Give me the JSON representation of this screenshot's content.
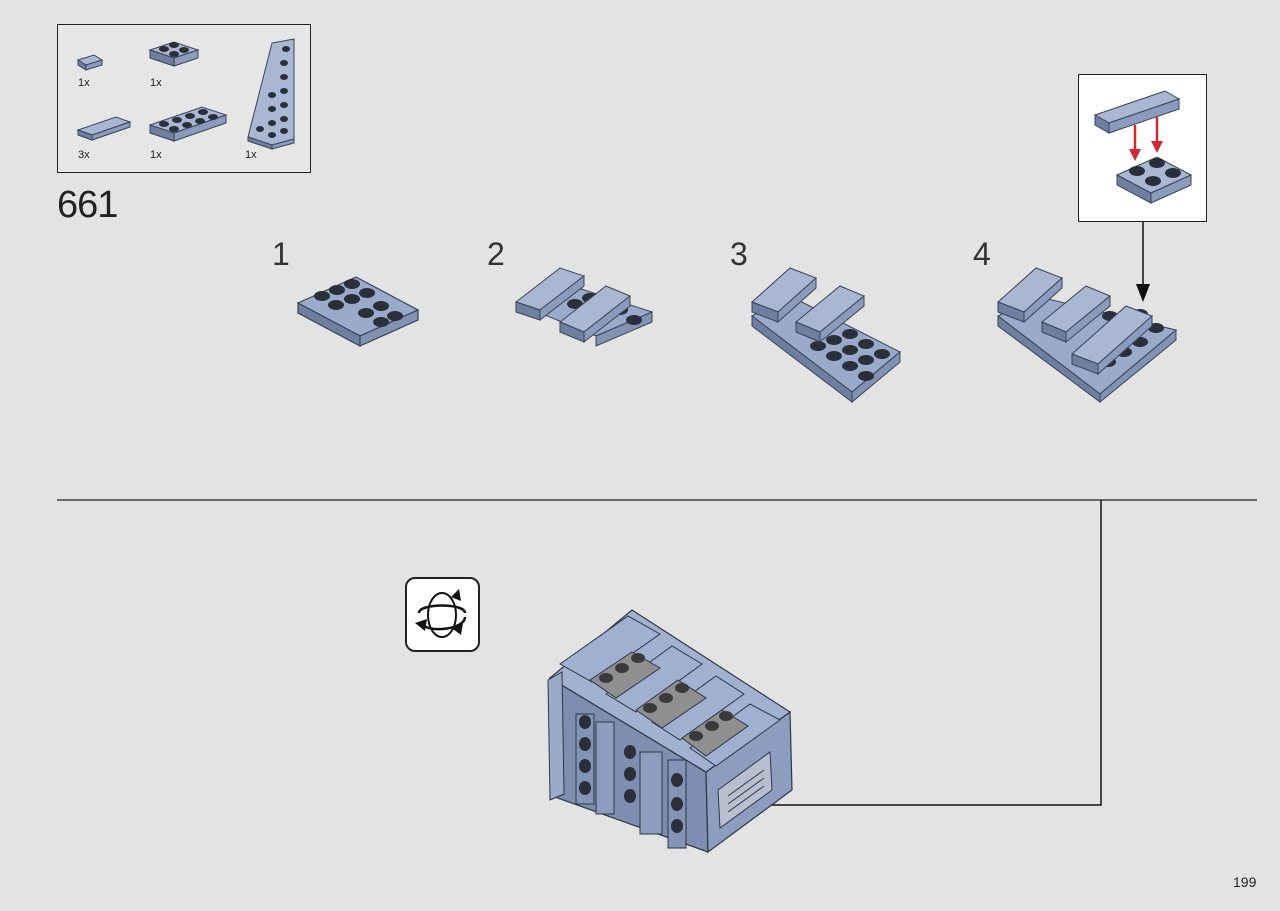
{
  "step": "661",
  "page_number": "199",
  "parts": [
    {
      "name": "tile-1x1",
      "qty": "1x"
    },
    {
      "name": "plate-2x2",
      "qty": "1x"
    },
    {
      "name": "tile-1x2",
      "qty": "3x"
    },
    {
      "name": "plate-2x4",
      "qty": "1x"
    },
    {
      "name": "wedge-plate",
      "qty": "1x"
    }
  ],
  "substeps": [
    "1",
    "2",
    "3",
    "4"
  ],
  "colors": {
    "background": "#e3e3e3",
    "brick": "#8a9bbd",
    "brick_dark": "#5d6c8c",
    "stud": "#2a2f3a",
    "arrow_red": "#cc2a35"
  },
  "icons": {
    "rotate": "rotate-model-icon"
  }
}
